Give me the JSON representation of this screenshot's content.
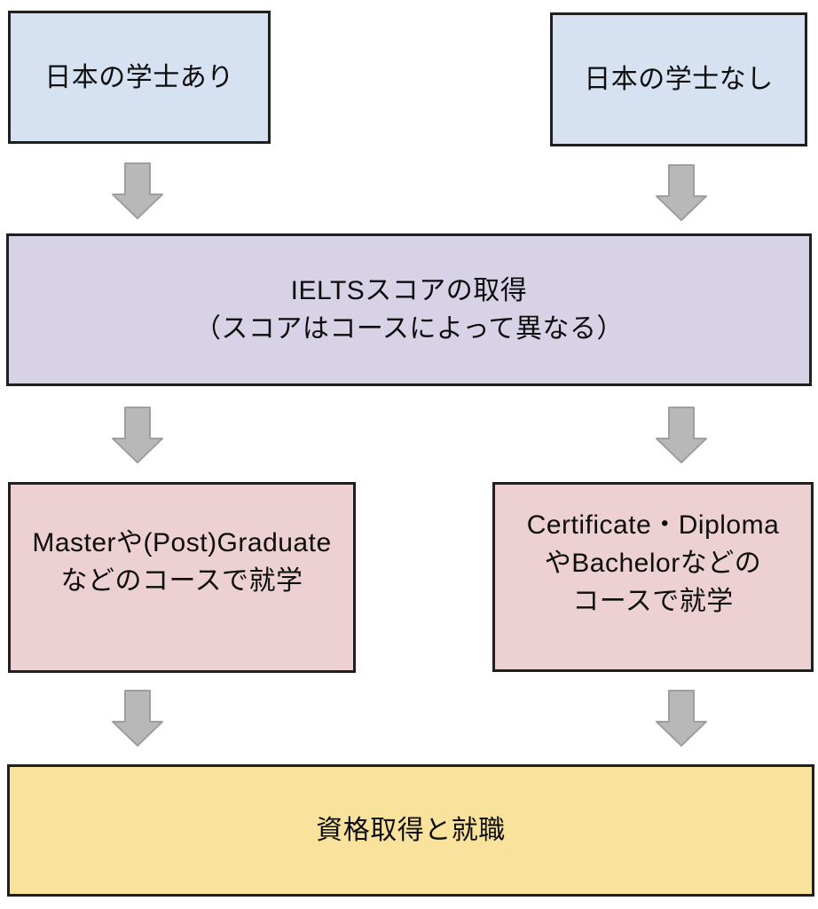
{
  "diagram": {
    "description_language": "ja",
    "nodes": {
      "has_degree": {
        "label": "日本の学士あり"
      },
      "no_degree": {
        "label": "日本の学士なし"
      },
      "ielts": {
        "label": "IELTSスコアの取得\n（スコアはコースによって異なる）"
      },
      "master": {
        "label": "Masterや(Post)Graduate\nなどのコースで就学"
      },
      "certificate": {
        "label": "Certificate・Diploma\nやBachelorなどの\nコースで就学"
      },
      "qualification": {
        "label": "資格取得と就職"
      }
    },
    "colors": {
      "node_blue": "#d6e2f2",
      "node_purple": "#d8d2e7",
      "node_pink": "#edd0d1",
      "node_yellow": "#f9e39c",
      "node_border": "#1f1f1f",
      "arrow_fill": "#b8b8b8",
      "arrow_stroke": "#9e9e9e"
    },
    "arrow_icon": "down-block-arrow",
    "flow": [
      [
        "has_degree",
        "ielts"
      ],
      [
        "no_degree",
        "ielts"
      ],
      [
        "ielts",
        "master"
      ],
      [
        "ielts",
        "certificate"
      ],
      [
        "master",
        "qualification"
      ],
      [
        "certificate",
        "qualification"
      ]
    ]
  }
}
